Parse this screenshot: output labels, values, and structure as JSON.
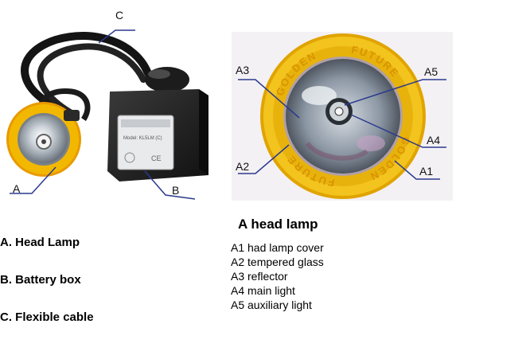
{
  "left_photo": {
    "callouts": {
      "a": "A",
      "b": "B",
      "c": "C"
    },
    "box_label_text": "Model: KL5LM (C)"
  },
  "right_photo": {
    "callouts": {
      "a1": "A1",
      "a2": "A2",
      "a3": "A3",
      "a4": "A4",
      "a5": "A5"
    },
    "rim_text": [
      "GOLDEN",
      "FUTURE",
      "GOLDEN",
      "FUTURE"
    ]
  },
  "legend": [
    "A. Head Lamp",
    "B. Battery box",
    "C. Flexible cable"
  ],
  "section_title": "A head lamp",
  "parts": [
    "A1 had lamp cover",
    "A2 tempered glass",
    "A3 reflector",
    "A4 main light",
    "A5 auxiliary light"
  ],
  "colors": {
    "lamp_yellow": "#f2b800",
    "lamp_orange": "#e89a00",
    "battery_black": "#1a1a1a",
    "callout_line": "#2b3a8f"
  }
}
